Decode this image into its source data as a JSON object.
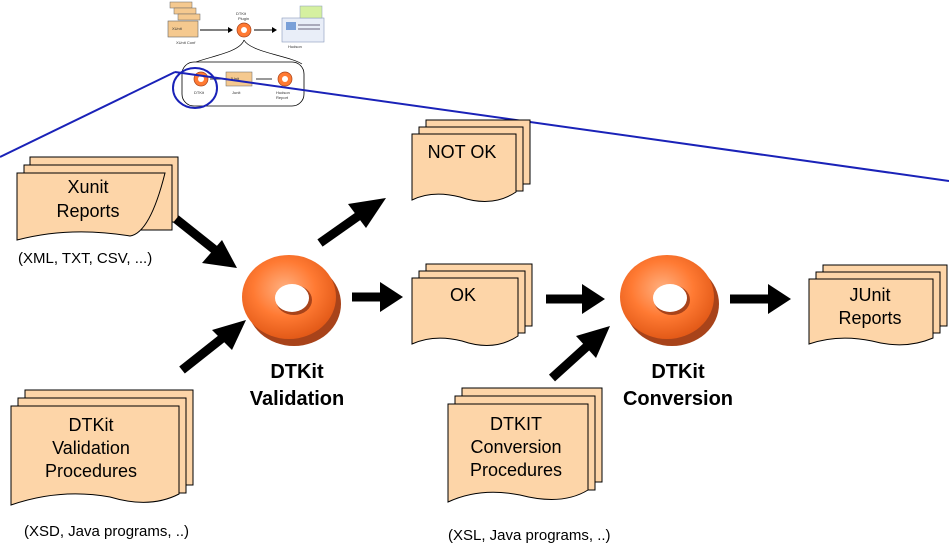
{
  "documents": {
    "xunit": [
      "Xunit",
      "Reports"
    ],
    "not_ok": "NOT OK",
    "ok": "OK",
    "junit": [
      "JUnit",
      "Reports"
    ],
    "validation_procedures": [
      "DTKit",
      "Validation",
      "Procedures"
    ],
    "conversion_procedures": [
      "DTKIT",
      "Conversion",
      "Procedures"
    ]
  },
  "captions": {
    "xunit_formats": "(XML, TXT, CSV, ...)",
    "validation_formats": "(XSD, Java programs, ..)",
    "conversion_formats": "(XSL, Java programs, ..)"
  },
  "processes": {
    "validation": [
      "DTKit",
      "Validation"
    ],
    "conversion": [
      "DTKit",
      "Conversion"
    ]
  },
  "colors": {
    "doc_fill": "#fdd5a8",
    "ring_orange": "#ff7a33",
    "ring_dark": "#a8431a",
    "zoom_line": "#1a22b8"
  }
}
